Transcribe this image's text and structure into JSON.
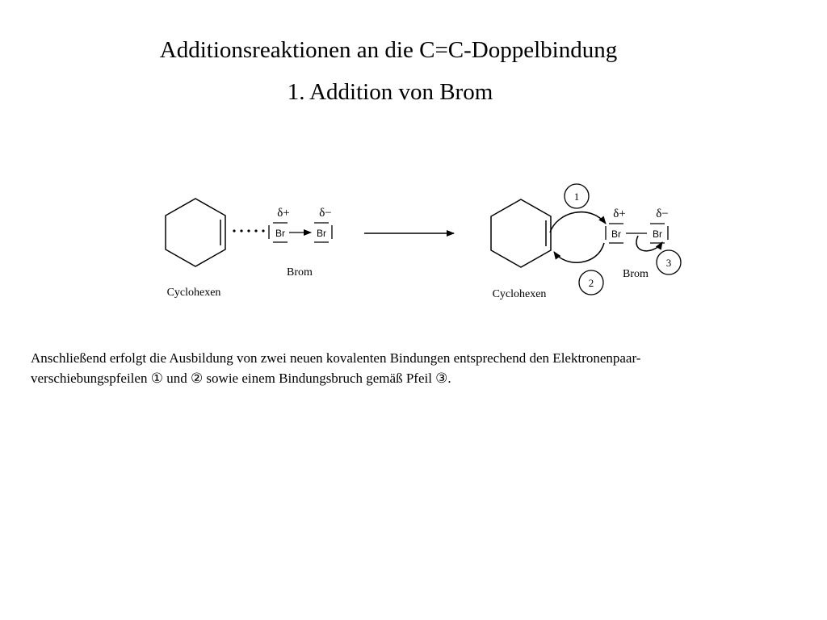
{
  "header": {
    "title": "Additionsreaktionen an die C=C-Doppelbindung",
    "subtitle": "1. Addition von Brom"
  },
  "reactant": {
    "cyclohexene_label": "Cyclohexen",
    "bromine_label": "Brom",
    "atom_left": "Br",
    "atom_right": "Br",
    "charge_left": "δ+",
    "charge_right": "δ−"
  },
  "intermediate": {
    "cyclohexene_label": "Cyclohexen",
    "bromine_label": "Brom",
    "atom_left": "Br",
    "atom_right": "Br",
    "charge_left": "δ+",
    "charge_right": "δ−",
    "arrow_marker_1": "1",
    "arrow_marker_2": "2",
    "arrow_marker_3": "3"
  },
  "description": {
    "line1": "Anschließend erfolgt die Ausbildung von zwei neuen kovalenten Bindungen entsprechend den Elektronenpaar-",
    "line2": "verschiebungspfeilen ① und ② sowie einem Bindungsbruch gemäß Pfeil ③."
  }
}
